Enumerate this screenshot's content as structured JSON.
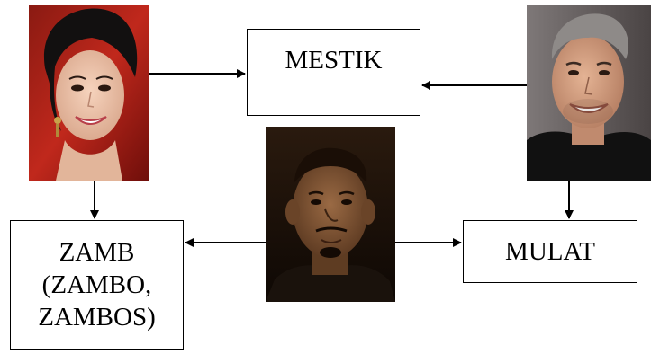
{
  "diagram": {
    "boxes": {
      "mestik": {
        "lines": [
          "MESTIK"
        ]
      },
      "zamb": {
        "lines": [
          "ZAMB",
          "(ZAMBO,",
          "ZAMBOS)"
        ]
      },
      "mulat": {
        "lines": [
          "MULAT"
        ]
      }
    },
    "photos": [
      {
        "id": "woman",
        "description_icon": "portrait-photo"
      },
      {
        "id": "man-gray",
        "description_icon": "portrait-photo"
      },
      {
        "id": "man-center",
        "description_icon": "portrait-photo"
      }
    ],
    "colors": {
      "line": "#000000",
      "box_background": "#ffffff"
    }
  }
}
